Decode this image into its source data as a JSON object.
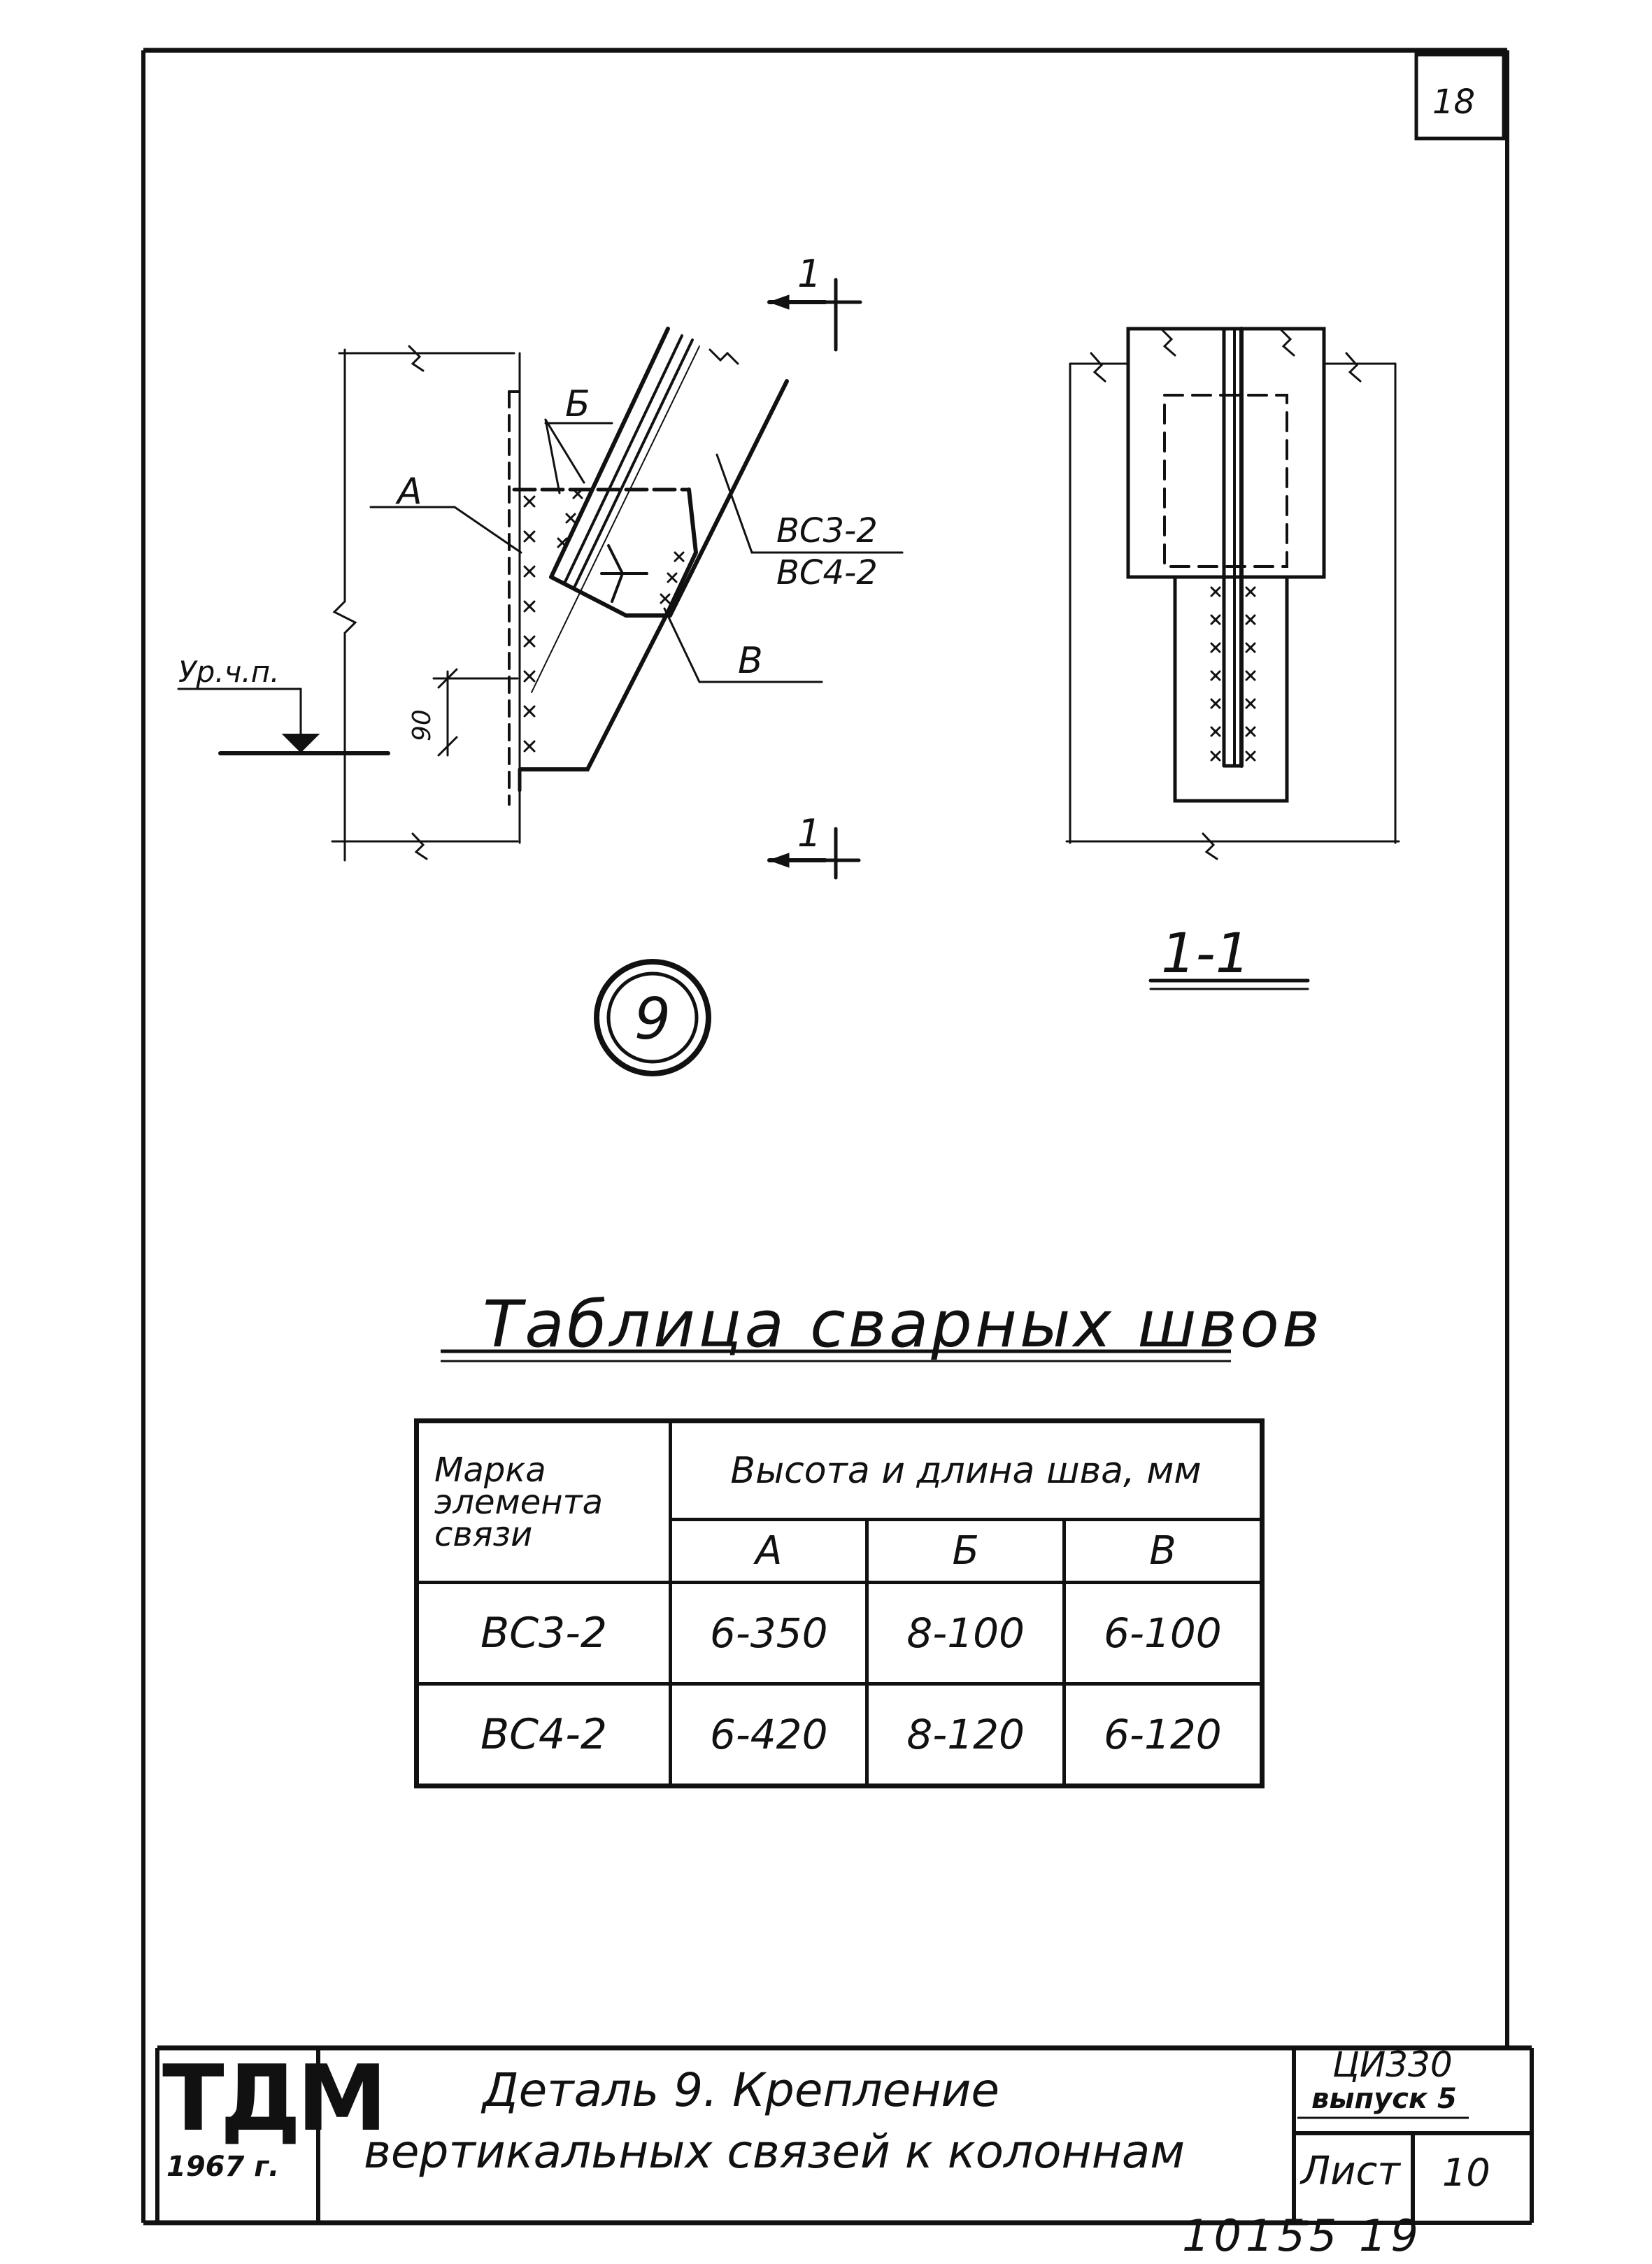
{
  "sheet": {
    "corner_number": "18",
    "archive_number": "10155 19"
  },
  "detail": {
    "labels": {
      "a": "А",
      "b": "Б",
      "v": "В",
      "mark_top": "ВС3-2",
      "mark_bottom": "ВС4-2",
      "floor_level": "Ур.ч.п.",
      "dimension": "90",
      "section_mark": "1"
    },
    "callout_number": "9",
    "section_title": "1-1"
  },
  "weld_table": {
    "title": "Таблица сварных швов",
    "header_mark": "Марка элемента связи",
    "header_group": "Высота и длина шва, мм",
    "columns": [
      "А",
      "Б",
      "В"
    ],
    "rows": [
      {
        "mark": "ВС3-2",
        "values": [
          "6-350",
          "8-100",
          "6-100"
        ]
      },
      {
        "mark": "ВС4-2",
        "values": [
          "6-420",
          "8-120",
          "6-120"
        ]
      }
    ]
  },
  "title_block": {
    "logo": "ТДМ",
    "year": "1967 г.",
    "title_line1": "Деталь 9. Крепление",
    "title_line2": "вертикальных связей к колоннам",
    "code": "ЦИ330",
    "issue": "выпуск 5",
    "sheet_label": "Лист",
    "sheet_value": "10"
  }
}
